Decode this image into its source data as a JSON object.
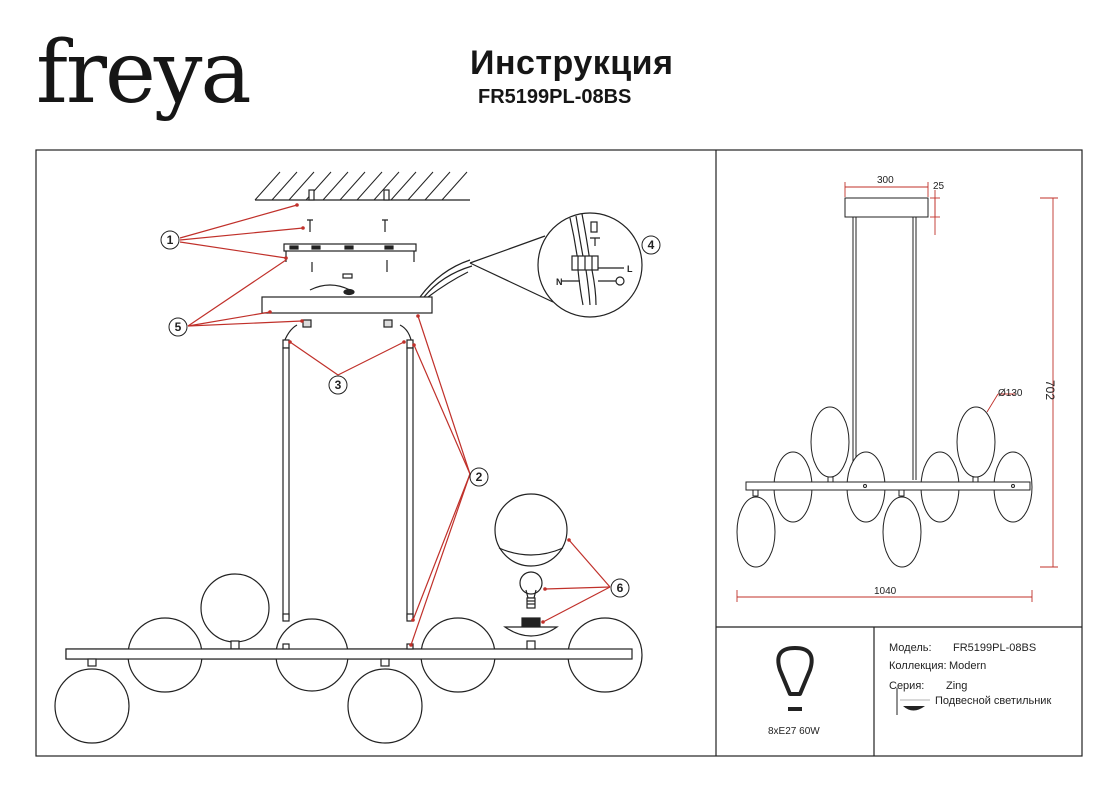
{
  "header": {
    "brand": "freya",
    "title": "Инструкция",
    "model": "FR5199PL-08BS"
  },
  "assembly": {
    "callouts": [
      "1",
      "2",
      "3",
      "4",
      "5",
      "6"
    ],
    "wiring_labels": {
      "neutral": "N",
      "live": "L"
    }
  },
  "dimensions": {
    "canopy_width": "300",
    "canopy_height": "25",
    "height": "702",
    "globe_diameter": "Ø130",
    "width": "1040"
  },
  "specs": {
    "bulb": "8xE27 60W",
    "model_label": "Модель:",
    "model_value": "FR5199PL-08BS",
    "collection_label": "Коллекция:",
    "collection_value": "Modern",
    "series_label": "Серия:",
    "series_value": "Zing",
    "type_value": "Подвесной светильник"
  },
  "colors": {
    "annotation": "#c0302a",
    "line": "#222222"
  }
}
